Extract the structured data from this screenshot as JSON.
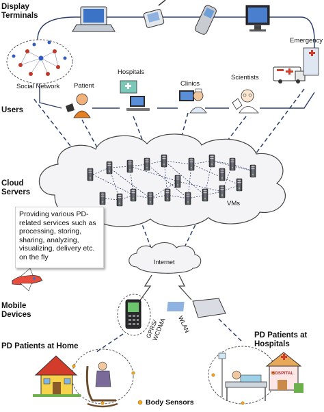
{
  "layers": {
    "display_terminals": "Display\nTerminals",
    "users": "Users",
    "cloud_servers": "Cloud\nServers",
    "mobile_devices": "Mobile\nDevices"
  },
  "nodes": {
    "social_network": "Social Network",
    "patient": "Patient",
    "hospitals": "Hospitals",
    "clinics": "Clinics",
    "scientists": "Scientists",
    "emergency": "Emergency",
    "vms": "VMs",
    "internet": "Internet",
    "gprs": "GPRS/\nWCDMA",
    "wlan": "WLAN",
    "pd_home": "PD Patients at Home",
    "pd_hospitals": "PD Patients at\nHospitals",
    "hospital_sign": "HOSPITAL",
    "body_sensors": "Body Sensors"
  },
  "cloud_note": "Providing various PD-related services such as processing, storing, sharing, analyzing, visualizing, delivery etc. on the fly",
  "colors": {
    "connector": "#2c3e6b",
    "cloud_fill": "#f4f4f6",
    "server": "#4a4a52",
    "sensor": "#f5a623",
    "house_roof": "#d33b2a",
    "house_wall": "#f6d34a"
  },
  "icons": [
    "laptop-icon",
    "pda-icon",
    "phone-icon",
    "monitor-icon",
    "ambulance-icon",
    "server-icon",
    "smartphone-icon",
    "router-icon",
    "house-icon",
    "hospital-icon",
    "airplane-icon",
    "sensor-icon"
  ]
}
